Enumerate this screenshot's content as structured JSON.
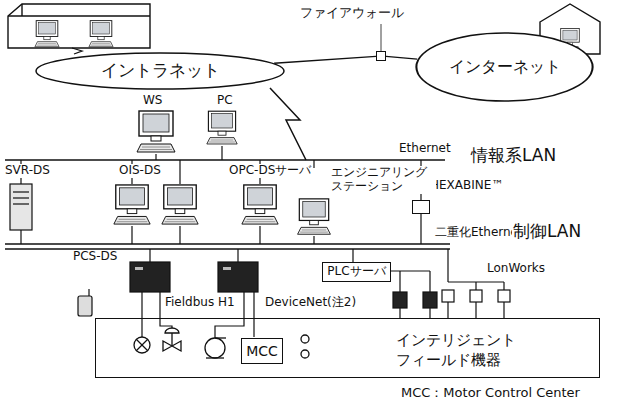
{
  "diagram": {
    "nodes": [
      {
        "text": [
          "イントラネット"
        ]
      },
      {
        "text": [
          "ファイアウォール"
        ]
      },
      {
        "text": [
          "インターネット"
        ]
      },
      {
        "text": [
          "PLCサーバ"
        ]
      },
      {
        "text": [
          "HEXABINE™"
        ]
      },
      {
        "text": [
          "インテリジェント フィールド機器"
        ]
      },
      {
        "text": [
          "MCC"
        ],
        "in": 5
      }
    ],
    "edges": [
      {
        "from": 0,
        "to": 1,
        "arrow": "none"
      },
      {
        "from": 1,
        "to": 2,
        "arrow": "none"
      }
    ],
    "labels": [
      "WS",
      "PC",
      "Ethernet",
      "情報系LAN",
      "SVR-DS",
      "OIS-DS",
      "OPC-DSサーバ",
      "エンジニアリング ステーション",
      "二重化Ethernet",
      "制御LAN",
      "PCS-DS",
      "LonWorks",
      "Fieldbus H1",
      "DeviceNet(注2)",
      "MCC：Motor Control Center"
    ]
  }
}
